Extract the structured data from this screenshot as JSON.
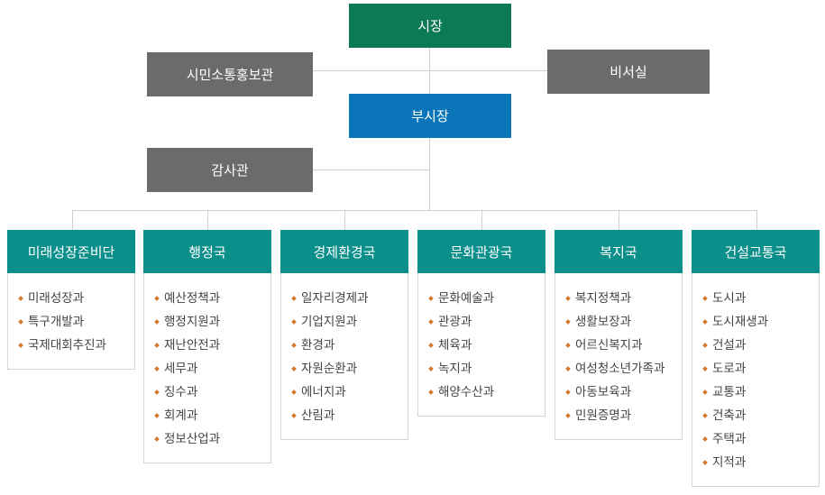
{
  "org": {
    "mayor": "시장",
    "deputy_mayor": "부시장",
    "staff": {
      "communication": "시민소통홍보관",
      "secretary": "비서실",
      "audit": "감사관"
    },
    "departments": [
      {
        "name": "미래성장준비단",
        "units": [
          "미래성장과",
          "특구개발과",
          "국제대회추진과"
        ]
      },
      {
        "name": "행정국",
        "units": [
          "예산정책과",
          "행정지원과",
          "재난안전과",
          "세무과",
          "징수과",
          "회계과",
          "정보산업과"
        ]
      },
      {
        "name": "경제환경국",
        "units": [
          "일자리경제과",
          "기업지원과",
          "환경과",
          "자원순환과",
          "에너지과",
          "산림과"
        ]
      },
      {
        "name": "문화관광국",
        "units": [
          "문화예술과",
          "관광과",
          "체육과",
          "녹지과",
          "해양수산과"
        ]
      },
      {
        "name": "복지국",
        "units": [
          "복지정책과",
          "생활보장과",
          "어르신복지과",
          "여성청소년가족과",
          "아동보육과",
          "민원증명과"
        ]
      },
      {
        "name": "건설교통국",
        "units": [
          "도시과",
          "도시재생과",
          "건설과",
          "도로과",
          "교통과",
          "건축과",
          "주택과",
          "지적과"
        ]
      }
    ]
  },
  "colors": {
    "mayor": "#0c7a52",
    "deputy_mayor": "#0a76b9",
    "staff": "#6b6b6b",
    "department": "#0b8f8a",
    "connector": "#cfcfcf",
    "bullet": "#d17b2e"
  }
}
